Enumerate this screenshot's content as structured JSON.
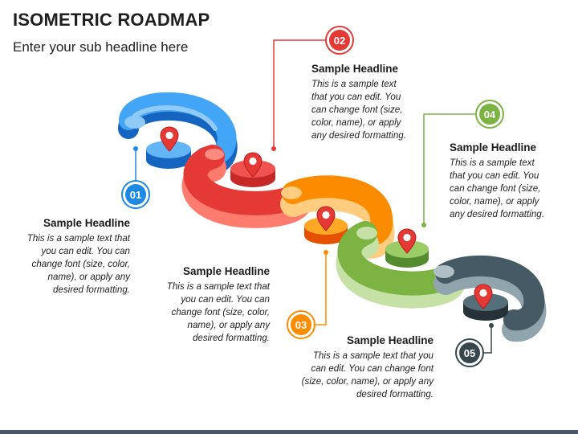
{
  "page": {
    "title": "ISOMETRIC ROADMAP",
    "subtitle": "Enter your sub headline here"
  },
  "steps": [
    {
      "number": "01",
      "headline": "Sample Headline",
      "text": "This is a sample text that you can edit. You can change font (size, color, name), or apply any desired formatting.",
      "color": "#1e88e5"
    },
    {
      "number": "02",
      "headline": "Sample Headline",
      "text": "This is a sample text that you can edit. You can change font (size, color, name), or apply any desired formatting.",
      "color": "#e53935"
    },
    {
      "number": "03",
      "headline": "Sample Headline",
      "text": "This is a sample text that you can edit. You can change font (size, color, name), or apply any desired formatting.",
      "color": "#fb8c00"
    },
    {
      "number": "04",
      "headline": "Sample Headline",
      "text": "This is a sample text that you can edit. You can change font (size, color, name), or apply any desired formatting.",
      "color": "#7cb342"
    },
    {
      "number": "05",
      "headline": "Sample Headline",
      "text": "This is a sample text that you can edit. You can change font (size, color, name), or apply any desired formatting.",
      "color": "#37474f"
    }
  ],
  "icons": {
    "marker": "map-pin-icon"
  }
}
